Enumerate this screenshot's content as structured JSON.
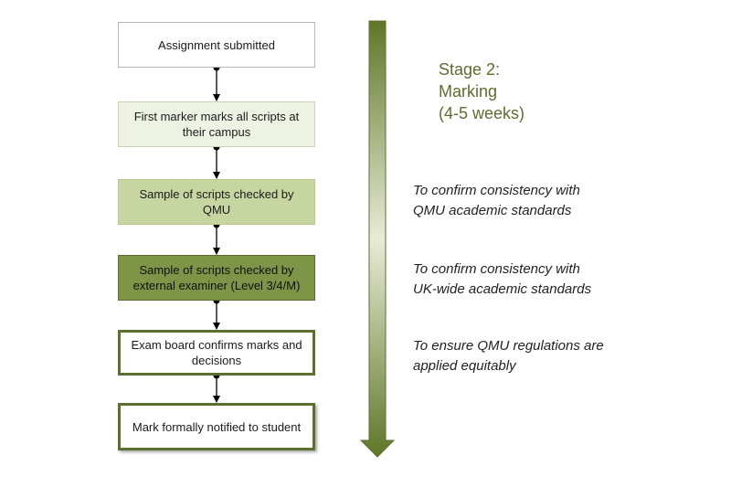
{
  "flow": {
    "steps": [
      {
        "text": "Assignment submitted"
      },
      {
        "text": "First marker marks all scripts at their campus"
      },
      {
        "text": "Sample of scripts checked by QMU"
      },
      {
        "text": "Sample of scripts checked by external examiner (Level 3/4/M)"
      },
      {
        "text": "Exam board confirms marks and decisions"
      },
      {
        "text": "Mark formally notified to student"
      }
    ]
  },
  "stage": {
    "line1": "Stage 2:",
    "line2": "Marking",
    "line3": "(4-5 weeks)"
  },
  "notes": [
    {
      "line1": "To confirm consistency with",
      "line2": "QMU academic standards"
    },
    {
      "line1": "To confirm consistency with",
      "line2": "UK-wide academic standards"
    },
    {
      "line1": "To ensure QMU regulations are",
      "line2": "applied equitably"
    }
  ],
  "colors": {
    "step_fills": [
      "#ffffff",
      "#eef2e2",
      "#c7d5a0",
      "#7e9447",
      "#ffffff",
      "#ffffff"
    ],
    "dark_green": "#5c6f2e",
    "label_green": "#5e6b2e"
  }
}
